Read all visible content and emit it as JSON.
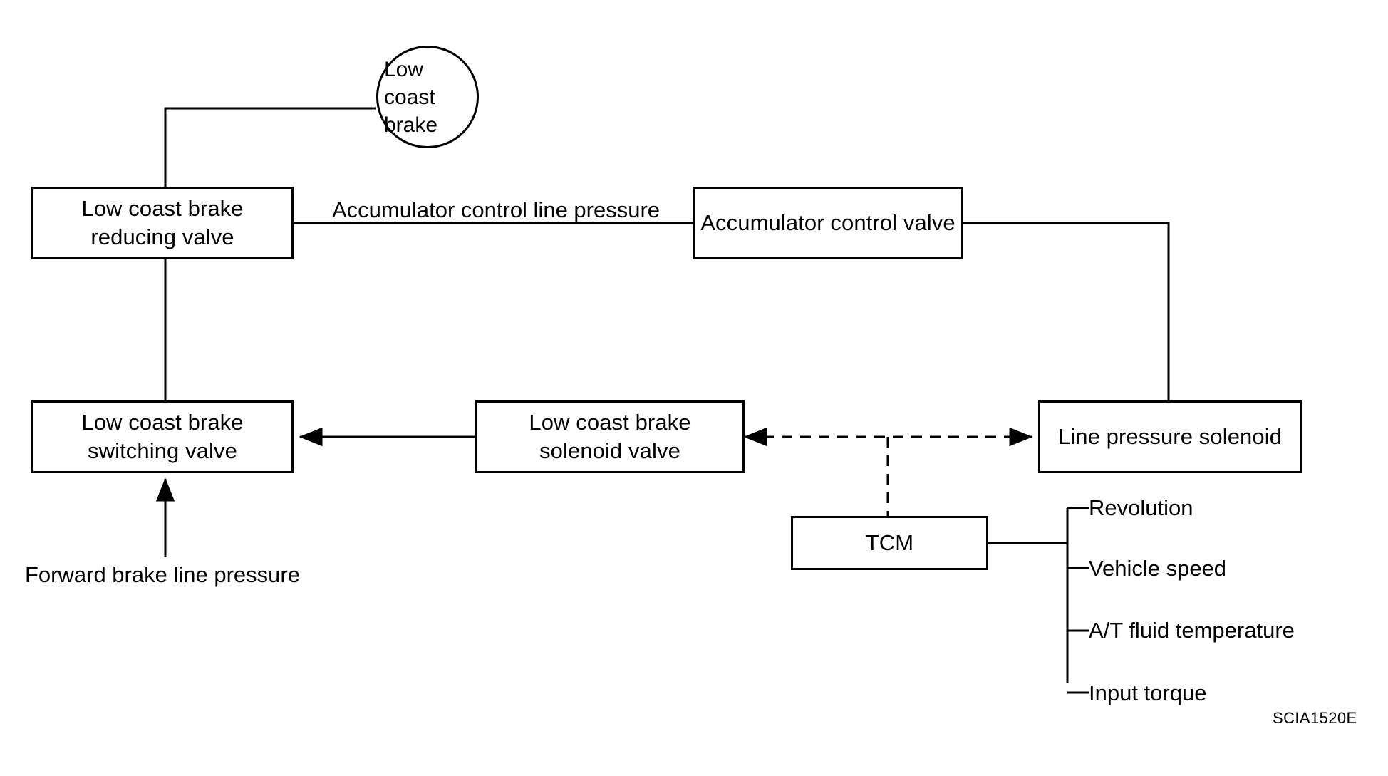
{
  "diagram": {
    "figure_code": "SCIA1520E",
    "nodes": {
      "low_coast_brake": "Low coast\nbrake",
      "low_coast_brake_reducing_valve": "Low coast brake\nreducing valve",
      "accumulator_control_valve": "Accumulator control valve",
      "low_coast_brake_switching_valve": "Low coast brake\nswitching valve",
      "low_coast_brake_solenoid_valve": "Low coast brake\nsolenoid valve",
      "line_pressure_solenoid": "Line pressure solenoid",
      "tcm": "TCM"
    },
    "edge_labels": {
      "accumulator_control_line_pressure": "Accumulator control line pressure",
      "forward_brake_line_pressure": "Forward brake line pressure"
    },
    "tcm_inputs": [
      "Revolution",
      "Vehicle speed",
      "A/T fluid temperature",
      "Input torque"
    ],
    "colors": {
      "stroke": "#000000",
      "background": "#ffffff",
      "text": "#000000"
    }
  }
}
